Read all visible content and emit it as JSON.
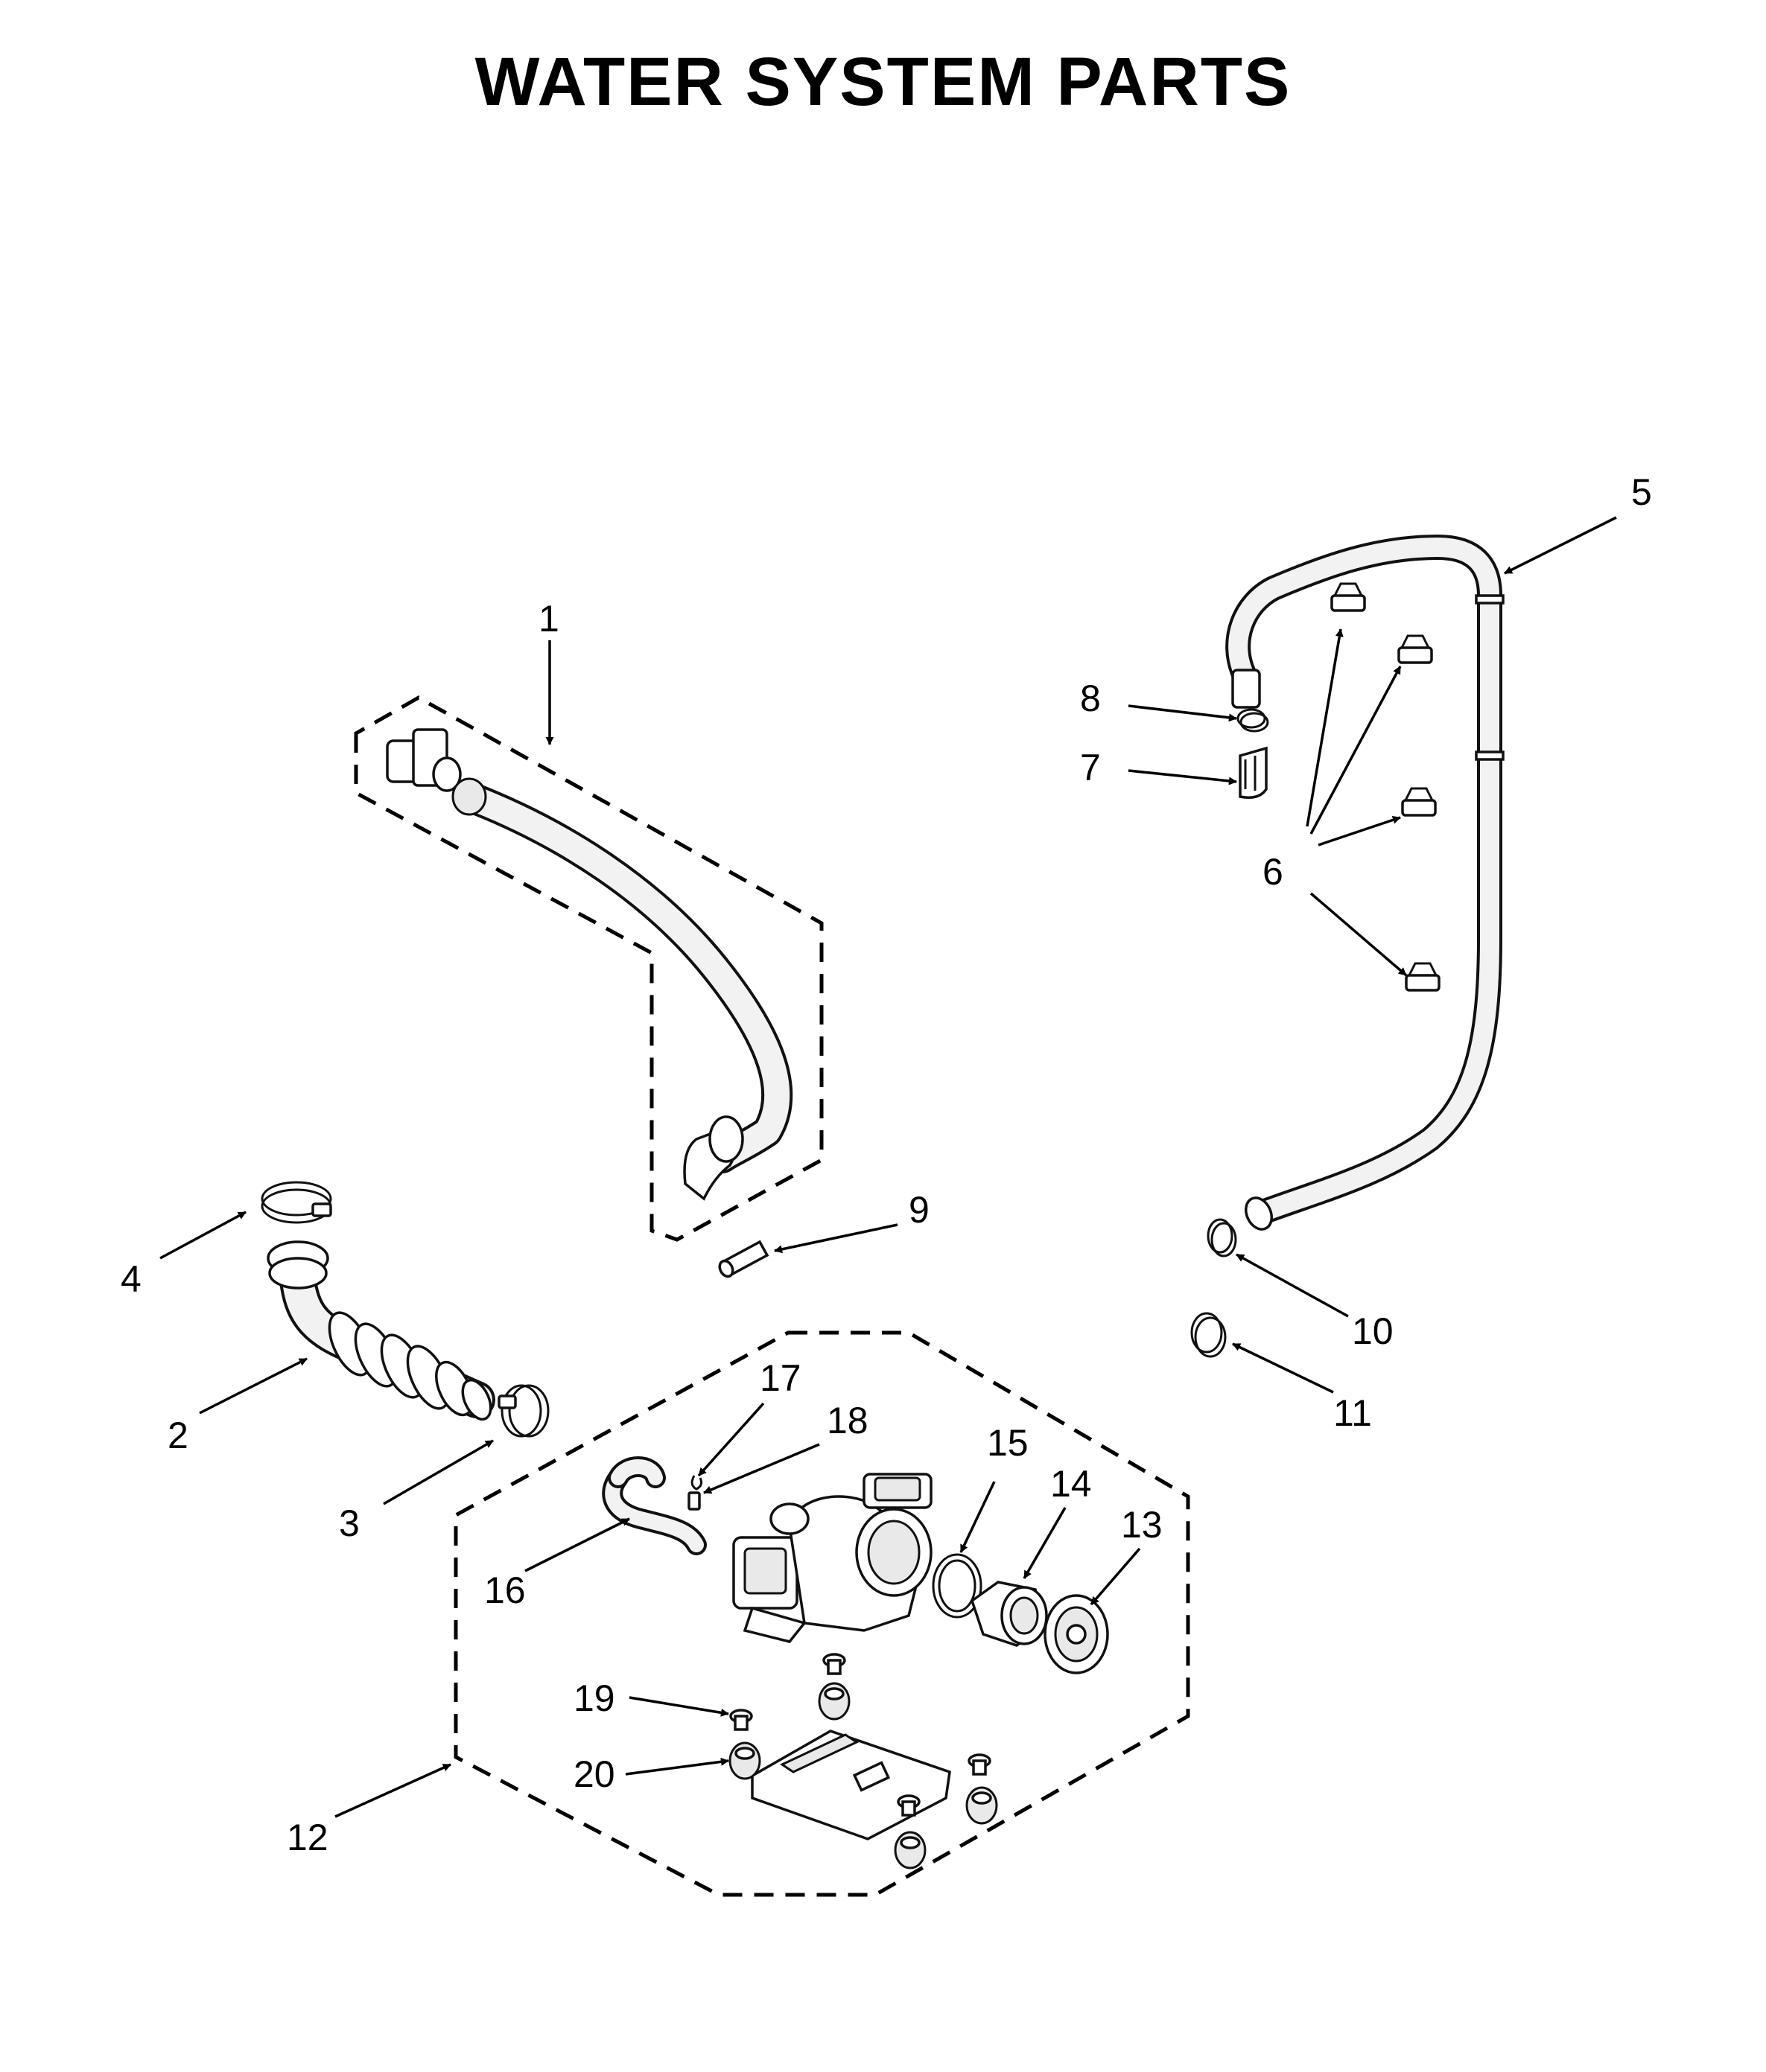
{
  "title": "WATER SYSTEM PARTS",
  "callouts": [
    {
      "id": "1",
      "label": "1"
    },
    {
      "id": "2",
      "label": "2"
    },
    {
      "id": "3",
      "label": "3"
    },
    {
      "id": "4",
      "label": "4"
    },
    {
      "id": "5",
      "label": "5"
    },
    {
      "id": "6",
      "label": "6"
    },
    {
      "id": "7",
      "label": "7"
    },
    {
      "id": "8",
      "label": "8"
    },
    {
      "id": "9",
      "label": "9"
    },
    {
      "id": "10",
      "label": "10"
    },
    {
      "id": "11",
      "label": "11"
    },
    {
      "id": "12",
      "label": "12"
    },
    {
      "id": "13",
      "label": "13"
    },
    {
      "id": "14",
      "label": "14"
    },
    {
      "id": "15",
      "label": "15"
    },
    {
      "id": "16",
      "label": "16"
    },
    {
      "id": "17",
      "label": "17"
    },
    {
      "id": "18",
      "label": "18"
    },
    {
      "id": "19",
      "label": "19"
    },
    {
      "id": "20",
      "label": "20"
    }
  ]
}
